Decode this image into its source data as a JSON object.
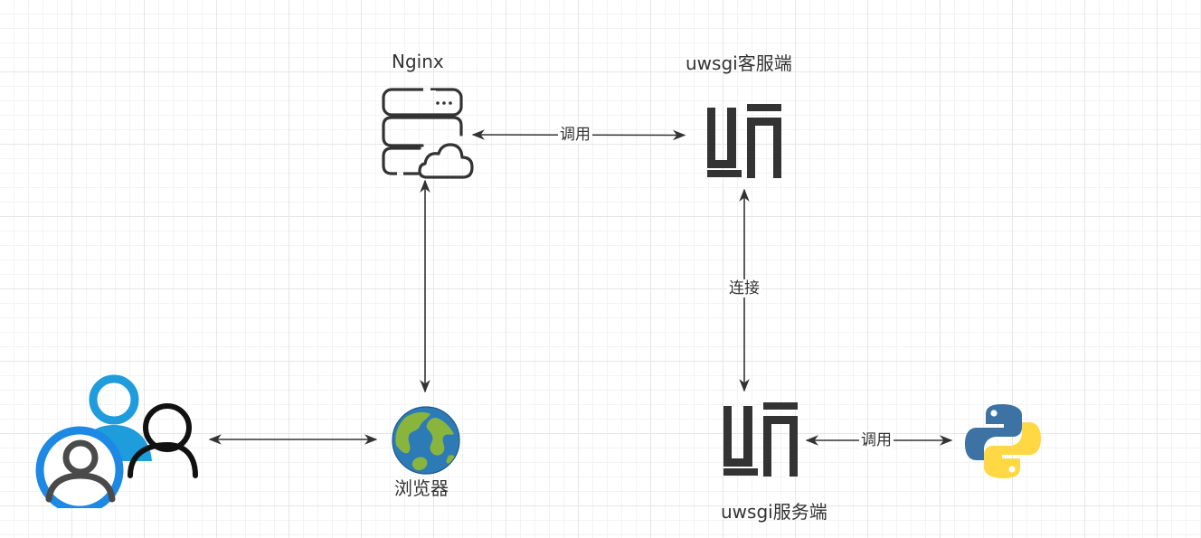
{
  "nodes": {
    "nginx": {
      "label": "Nginx",
      "icon": "server-cloud-icon"
    },
    "uwsgi_client": {
      "label": "uwsgi客服端",
      "icon": "uwsgi-icon"
    },
    "uwsgi_server": {
      "label": "uwsgi服务端",
      "icon": "uwsgi-icon"
    },
    "browser": {
      "label": "浏览器",
      "icon": "globe-icon"
    },
    "users": {
      "icon": "users-icon"
    },
    "python": {
      "icon": "python-icon"
    }
  },
  "edges": {
    "nginx_to_client": {
      "label": "调用"
    },
    "client_to_server": {
      "label": "连接"
    },
    "server_to_python": {
      "label": "调用"
    },
    "users_to_browser": {},
    "browser_to_nginx": {}
  },
  "colors": {
    "text": "#333333",
    "edge": "#333333",
    "user_blue": "#1e88e5",
    "user_light_blue": "#1f9cdc",
    "python_blue": "#3d72a4",
    "python_yellow": "#ffd843",
    "globe_ocean": "#2d7bb6",
    "globe_land": "#8ab53c"
  }
}
